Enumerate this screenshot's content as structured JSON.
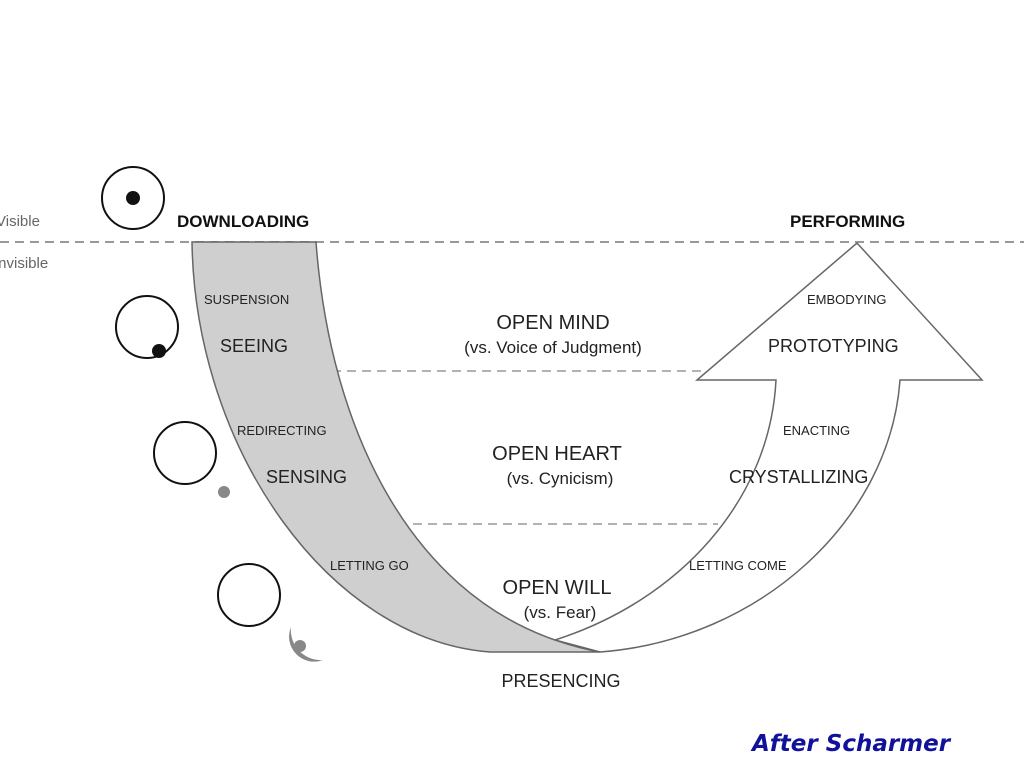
{
  "levels": {
    "visible": "Visible",
    "invisible": "Invisible"
  },
  "headings": {
    "left": "DOWNLOADING",
    "right": "PERFORMING"
  },
  "left_arm": [
    {
      "label": "SUSPENSION",
      "stage": "SEEING"
    },
    {
      "label": "REDIRECTING",
      "stage": "SENSING"
    },
    {
      "label": "LETTING GO"
    }
  ],
  "right_arm": [
    {
      "label": "EMBODYING",
      "stage": "PROTOTYPING"
    },
    {
      "label": "ENACTING",
      "stage": "CRYSTALLIZING"
    },
    {
      "label": "LETTING COME"
    }
  ],
  "center": [
    {
      "title": "OPEN MIND",
      "subtitle": "(vs. Voice of Judgment)"
    },
    {
      "title": "OPEN HEART",
      "subtitle": "(vs. Cynicism)"
    },
    {
      "title": "OPEN WILL",
      "subtitle": "(vs. Fear)"
    }
  ],
  "bottom": "PRESENCING",
  "attribution": "After Scharmer",
  "colors": {
    "band_fill": "#cfcfcf",
    "line": "#666666",
    "dashed": "#999999",
    "attribution": "#11119a",
    "dot_dark": "#111111",
    "dot_grey": "#888888"
  }
}
